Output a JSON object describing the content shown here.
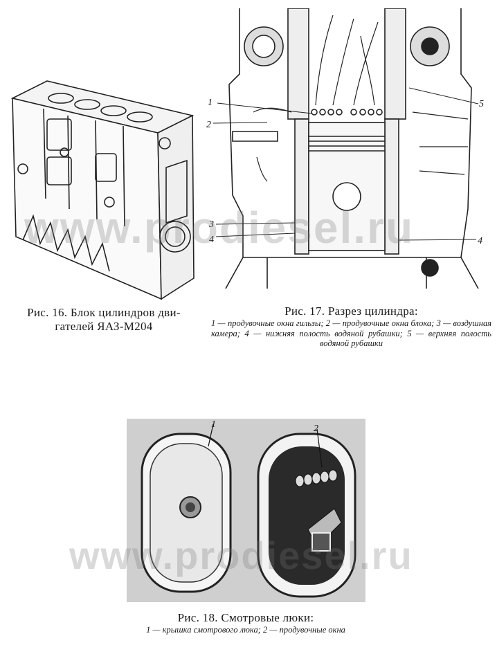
{
  "fig16": {
    "caption_line1": "Рис. 16. Блок цилиндров дви-",
    "caption_line2": "гателей ЯАЗ-М204"
  },
  "fig17": {
    "caption_title": "Рис. 17. Разрез цилиндра:",
    "legend": "1 — продувочные окна гильзы; 2 — продувочные окна блока; 3 — воздушная камера; 4 — нижняя полость водяной рубашки; 5 — верхняя полость водяной рубашки",
    "labels": [
      "1",
      "2",
      "3",
      "4",
      "5",
      "4"
    ]
  },
  "fig18": {
    "caption_title": "Рис. 18. Смотровые люки:",
    "legend": "1 — крышка смотрового люка; 2 — продувочные окна",
    "labels": [
      "1",
      "2"
    ]
  },
  "watermark": "www.prodiesel.ru"
}
